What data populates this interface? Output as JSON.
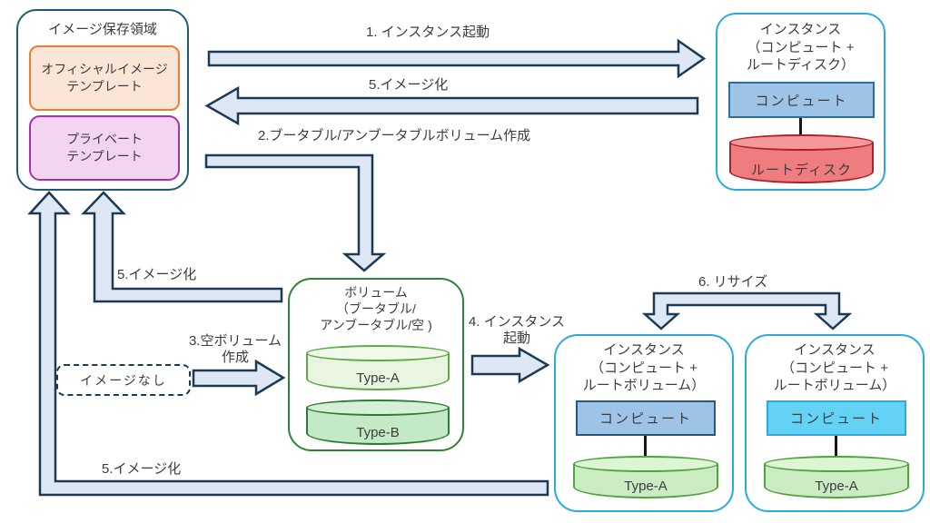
{
  "storage": {
    "title": "イメージ保存領域",
    "official_template": "オフィシャルイメージ\nテンプレート",
    "private_template": "プライベート\nテンプレート"
  },
  "instance_disk": {
    "title": "インスタンス\n（コンピュート +\nルートディスク）",
    "compute": "コンピュート",
    "root_disk": "ルートディスク"
  },
  "volume": {
    "title": "ボリューム\n（ブータブル/\nアンブータブル/空 )",
    "type_a": "Type-A",
    "type_b": "Type-B"
  },
  "no_image": {
    "label": "イメージなし"
  },
  "instances_volume": [
    {
      "title": "インスタンス\n（コンピュート +\nルートボリューム）",
      "compute": "コンピュート",
      "root_volume": "Type-A"
    },
    {
      "title": "インスタンス\n（コンピュート +\nルートボリューム）",
      "compute": "コンピュート",
      "root_volume": "Type-A"
    }
  ],
  "flow_labels": {
    "step1": "1. インスタンス起動",
    "step2": "2.ブータブル/アンブータブルボリューム作成",
    "step3": "3.空ボリューム\n作成",
    "step4": "4. インスタンス\n起動",
    "step5_top": "5.イメージ化",
    "step5_mid": "5.イメージ化",
    "step5_bottom": "5.イメージ化",
    "step6": "6. リサイズ"
  },
  "colors": {
    "arrow_fill": "#DEE8F4",
    "arrow_stroke": "#1C3A54",
    "storage_border": "#1E5A75",
    "official_border": "#ED7D31",
    "official_fill": "#FBE5D6",
    "private_border": "#A832A8",
    "private_fill": "#F3D5F1",
    "instance_border": "#29ABE2",
    "compute_blue_fill": "#9DC3E6",
    "compute_blue_border": "#2D6E9E",
    "compute_cyan_fill": "#63D2F5",
    "root_disk_fill": "#EF7D80",
    "root_disk_border": "#B02025",
    "volume_border": "#2E8434",
    "type_a_fill": "#E9F5E1",
    "type_a_border": "#5FA848",
    "type_b_fill": "#C3E9C6",
    "type_b_border": "#2E7D32",
    "instance_type_a_fill": "#CBECC3",
    "instance_type_a_border": "#4DA53C",
    "text": "#3D3D3D"
  }
}
